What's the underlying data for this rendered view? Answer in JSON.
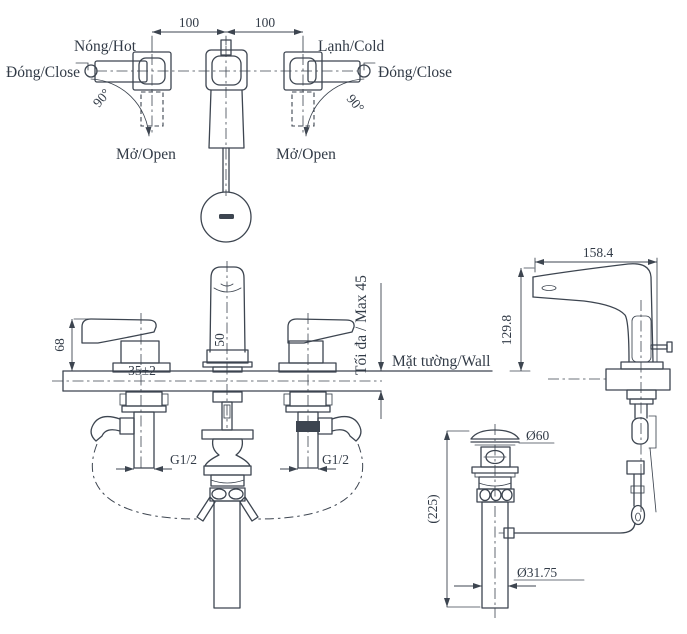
{
  "diagram": {
    "top_view": {
      "hot": "Nóng/Hot",
      "cold": "Lạnh/Cold",
      "close_left": "Đóng/Close",
      "close_right": "Đóng/Close",
      "open_left": "Mở/Open",
      "open_right": "Mở/Open",
      "angle_left": "90°",
      "angle_right": "90°",
      "pitch_left": "100",
      "pitch_right": "100"
    },
    "front_view": {
      "handle_height": "68",
      "hole_diameter": "35±2",
      "spout_width": "50",
      "counter_max": "Tối đa / Max 45",
      "wall": "Mặt tường/Wall",
      "thread_left": "G1/2",
      "thread_right": "G1/2"
    },
    "side_view": {
      "reach": "158.4",
      "height": "129.8"
    },
    "drain": {
      "cap_diameter": "Ø60",
      "length": "(225)",
      "pipe_diameter": "Ø31.75"
    },
    "colors": {
      "line": "#3d4550",
      "text": "#323b47",
      "background": "#ffffff"
    }
  }
}
